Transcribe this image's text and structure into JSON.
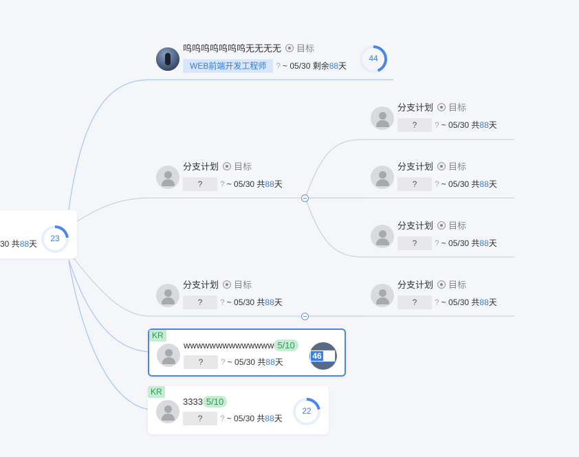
{
  "root": {
    "info_tail": "30 共",
    "days": "88",
    "day_unit": "天",
    "progress_label": "23",
    "progress": 0.23
  },
  "objective": {
    "title": "呜呜呜呜呜呜呜无无无无",
    "goal_label": "目标",
    "role": "WEB前端开发工程师",
    "q": "?",
    "date": "~ 05/30 剩余",
    "days": "88",
    "day_unit": "天",
    "progress_label": "44",
    "progress": 0.44
  },
  "branch_plan": {
    "title": "分支计划",
    "goal_label": "目标",
    "role": "?",
    "q": "?",
    "date": "~ 05/30 共",
    "days": "88",
    "day_unit": "天"
  },
  "kr1": {
    "tag": "KR",
    "title": "wwwwwwwwwwwwww",
    "score": "5/10",
    "role": "?",
    "q": "?",
    "date": "~ 05/30 共",
    "days": "88",
    "day_unit": "天",
    "progress_label": "46"
  },
  "kr2": {
    "tag": "KR",
    "title": "3333",
    "score": "5/10",
    "role": "?",
    "q": "?",
    "date": "~ 05/30 共",
    "days": "88",
    "day_unit": "天",
    "progress_label": "22",
    "progress": 0.22
  },
  "colors": {
    "accent": "#3d7fdb",
    "kr_green": "#2a9a54",
    "line_blue": "#a9c9f0",
    "line_gray": "#cfd3da"
  }
}
